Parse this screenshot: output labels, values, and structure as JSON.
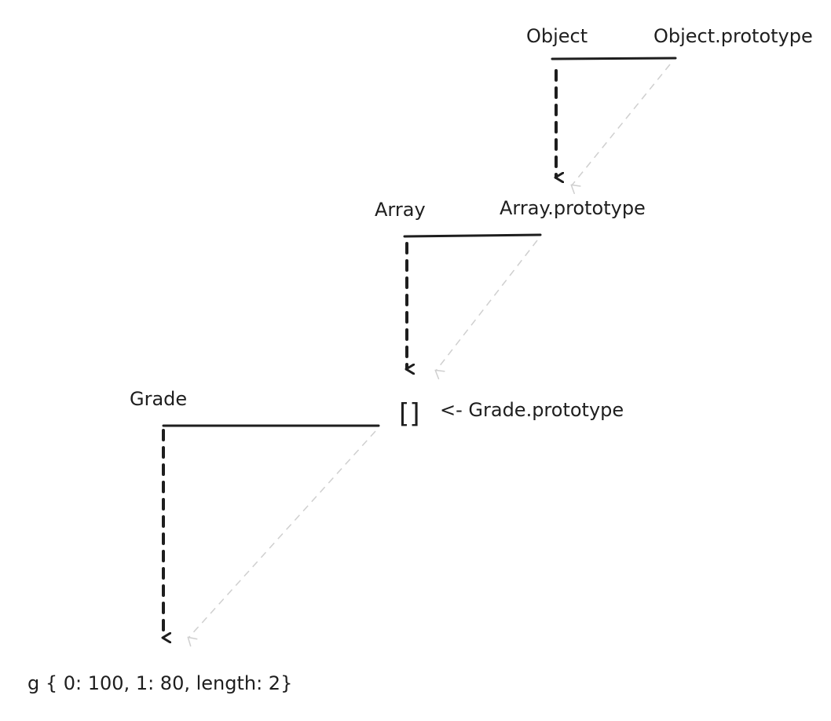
{
  "colors": {
    "ink": "#1e1e1e",
    "faint": "#cfcfcf",
    "background": "#ffffff"
  },
  "levels": {
    "object": {
      "constructor": "Object",
      "prototype": "Object.prototype"
    },
    "array": {
      "constructor": "Array",
      "prototype": "Array.prototype"
    },
    "grade": {
      "constructor": "Grade",
      "prototype_value": "[]",
      "prototype_label": "<- Grade.prototype"
    },
    "instance": {
      "label": "g { 0: 100, 1: 80, length: 2}"
    }
  }
}
